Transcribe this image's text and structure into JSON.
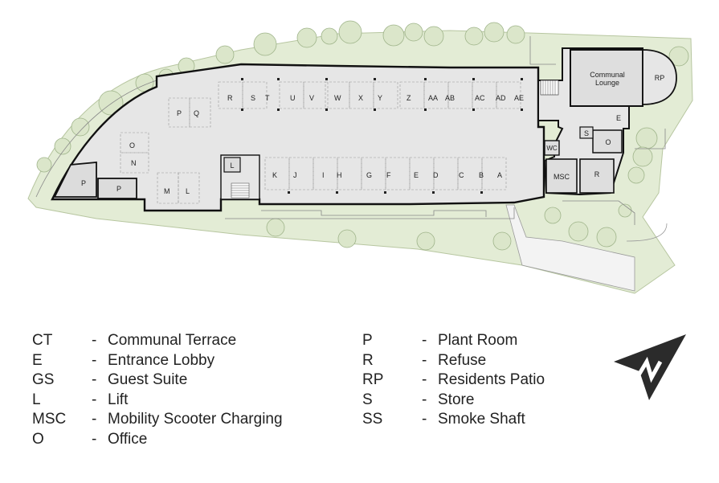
{
  "plan": {
    "parking_bays_top": [
      "R",
      "S",
      "T",
      "U",
      "V",
      "W",
      "X",
      "Y",
      "Z",
      "AA",
      "AB",
      "AC",
      "AD",
      "AE"
    ],
    "parking_bays_bottom": [
      "K",
      "J",
      "I",
      "H",
      "G",
      "F",
      "E",
      "D",
      "C",
      "B",
      "A"
    ],
    "parking_bays_left": [
      "P",
      "Q",
      "O",
      "N",
      "M",
      "L"
    ],
    "rooms": {
      "communal_lounge_line1": "Communal",
      "communal_lounge_line2": "Lounge",
      "residents_patio": "RP",
      "entrance": "E",
      "store": "S",
      "wc": "WC",
      "office": "O",
      "msc": "MSC",
      "refuse": "R",
      "plant_room_1": "P",
      "plant_room_2": "P",
      "lift": "L"
    }
  },
  "legend": {
    "separator": "-",
    "left": [
      {
        "abbr": "CT",
        "label": "Communal Terrace"
      },
      {
        "abbr": "E",
        "label": "Entrance Lobby"
      },
      {
        "abbr": "GS",
        "label": "Guest Suite"
      },
      {
        "abbr": "L",
        "label": "Lift"
      },
      {
        "abbr": "MSC",
        "label": "Mobility Scooter Charging"
      },
      {
        "abbr": "O",
        "label": "Office"
      }
    ],
    "right": [
      {
        "abbr": "P",
        "label": "Plant Room"
      },
      {
        "abbr": "R",
        "label": "Refuse"
      },
      {
        "abbr": "RP",
        "label": "Residents Patio"
      },
      {
        "abbr": "S",
        "label": "Store"
      },
      {
        "abbr": "SS",
        "label": "Smoke Shaft"
      }
    ]
  },
  "colors": {
    "landscape": "#e3ecd5",
    "tree": "#dbe6ca",
    "floor": "#e6e6e6",
    "wall": "#111111",
    "north_arrow": "#2b2b2b"
  }
}
